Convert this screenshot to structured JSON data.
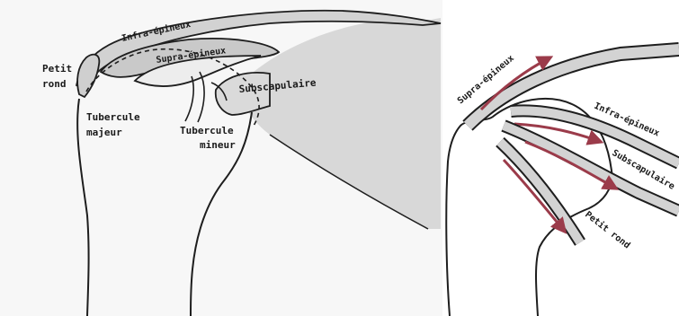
{
  "left_panel": {
    "labels": {
      "infra": "Infra-épineux",
      "supra": "Supra-épineux",
      "petit_rond_1": "Petit",
      "petit_rond_2": "rond",
      "subscap": "Subscapulaire",
      "tub_majeur_1": "Tubercule",
      "tub_majeur_2": "majeur",
      "tub_mineur_1": "Tubercule",
      "tub_mineur_2": "mineur"
    }
  },
  "right_panel": {
    "labels": {
      "supra": "Supra-épineux",
      "infra": "Infra-épineux",
      "subscap": "Subscapulaire",
      "petit_rond": "Petit rond"
    }
  },
  "colors": {
    "bone_fill": "#f7f7f7",
    "muscle_fill": "#d5d5d5",
    "outline": "#1e1e1e",
    "arrow": "#9b3b4a",
    "tendon_fill": "#cfcfcf"
  }
}
